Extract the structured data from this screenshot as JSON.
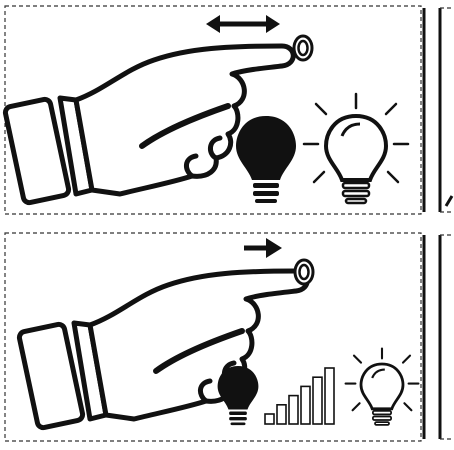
{
  "colors": {
    "ink": "#111111",
    "paper": "#ffffff",
    "dash": "#333333"
  },
  "panels": [
    {
      "name": "touch-switch-tap",
      "gesture": "double-headed-arrow",
      "icons": [
        "hand-icon",
        "touch-button-icon",
        "bulb-off-icon",
        "bulb-on-icon"
      ]
    },
    {
      "name": "touch-switch-hold-dim",
      "gesture": "right-arrow",
      "icons": [
        "hand-icon",
        "touch-button-icon",
        "bulb-off-icon",
        "brightness-bars-icon",
        "bulb-on-icon"
      ],
      "brightness_levels": 6
    }
  ]
}
